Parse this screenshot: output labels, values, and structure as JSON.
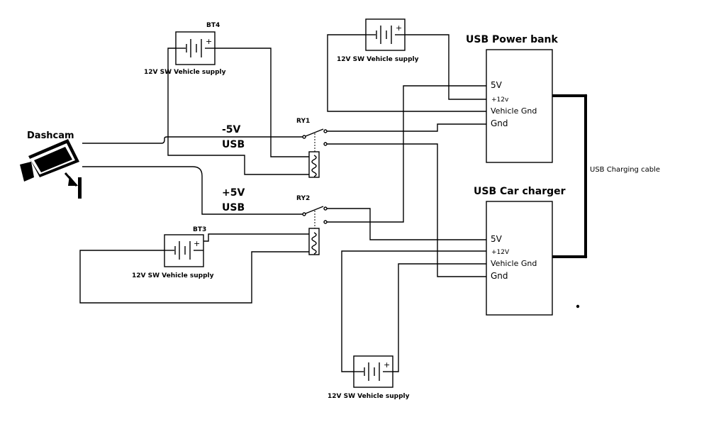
{
  "dashcam": {
    "label": "Dashcam"
  },
  "signals": {
    "neg5v": "-5V",
    "usb_top": "USB",
    "pos5v": "+5V",
    "usb_bottom": "USB"
  },
  "relays": {
    "ry1": "RY1",
    "ry2": "RY2"
  },
  "batteries": {
    "bt4_ref": "BT4",
    "bt3_ref": "BT3",
    "bt4_label": "12V SW Vehicle supply",
    "top_label": "12V SW Vehicle supply",
    "bt3_label": "12V SW Vehicle supply",
    "bottom_label": "12V SW Vehicle supply",
    "plus": "+"
  },
  "power_bank": {
    "title": "USB Power bank",
    "pin_5v": "5V",
    "pin_12v": "+12v",
    "pin_vgnd": "Vehicle Gnd",
    "pin_gnd": "Gnd"
  },
  "car_charger": {
    "title": "USB Car charger",
    "pin_5v": "5V",
    "pin_12v": "+12V",
    "pin_vgnd": "Vehicle Gnd",
    "pin_gnd": "Gnd"
  },
  "cable": {
    "label": "USB Charging cable"
  }
}
